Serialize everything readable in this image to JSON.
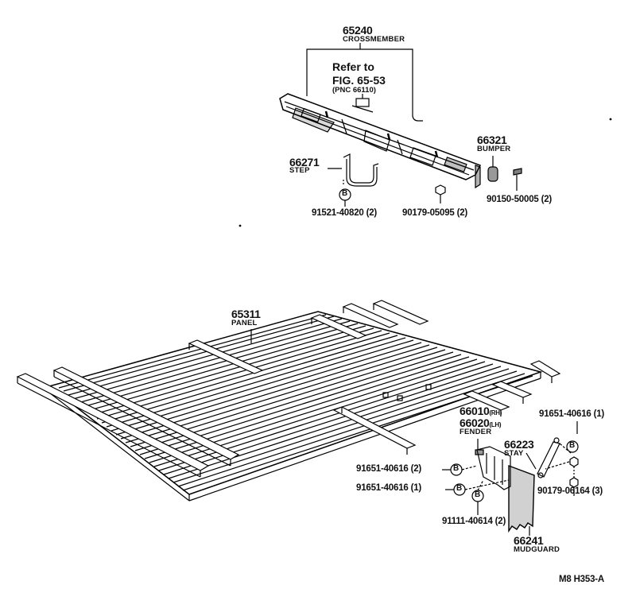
{
  "crossmember": {
    "number": "65240",
    "name": "CROSSMEMBER"
  },
  "reference": {
    "line1": "Refer to",
    "line2": "FIG. 65-53",
    "pnc": "(PNC 66110)"
  },
  "bumper": {
    "number": "66321",
    "name": "BUMPER"
  },
  "step": {
    "number": "66271",
    "name": "STEP"
  },
  "bolt_step": {
    "part": "91521-40820 (2)"
  },
  "nut_cross": {
    "part": "90179-05095 (2)"
  },
  "screw_bumper": {
    "part": "90150-50005 (2)"
  },
  "panel": {
    "number": "65311",
    "name": "PANEL"
  },
  "fender": {
    "rh": "66010",
    "rh_tag": "(RH)",
    "lh": "66020",
    "lh_tag": "(LH)",
    "name": "FENDER"
  },
  "bolt_stay": {
    "part": "91651-40616 (1)"
  },
  "stay": {
    "number": "66223",
    "name": "STAY"
  },
  "bolt_fender_a": {
    "part": "91651-40616 (2)"
  },
  "bolt_fender_b": {
    "part": "91651-40616 (1)"
  },
  "nut_stay": {
    "part": "90179-06164 (3)"
  },
  "bolt_mud": {
    "part": "91111-40614 (2)"
  },
  "mudguard": {
    "number": "66241",
    "name": "MUDGUARD"
  },
  "figure_code": "M8  H353-A",
  "bolt_symbol": "B"
}
